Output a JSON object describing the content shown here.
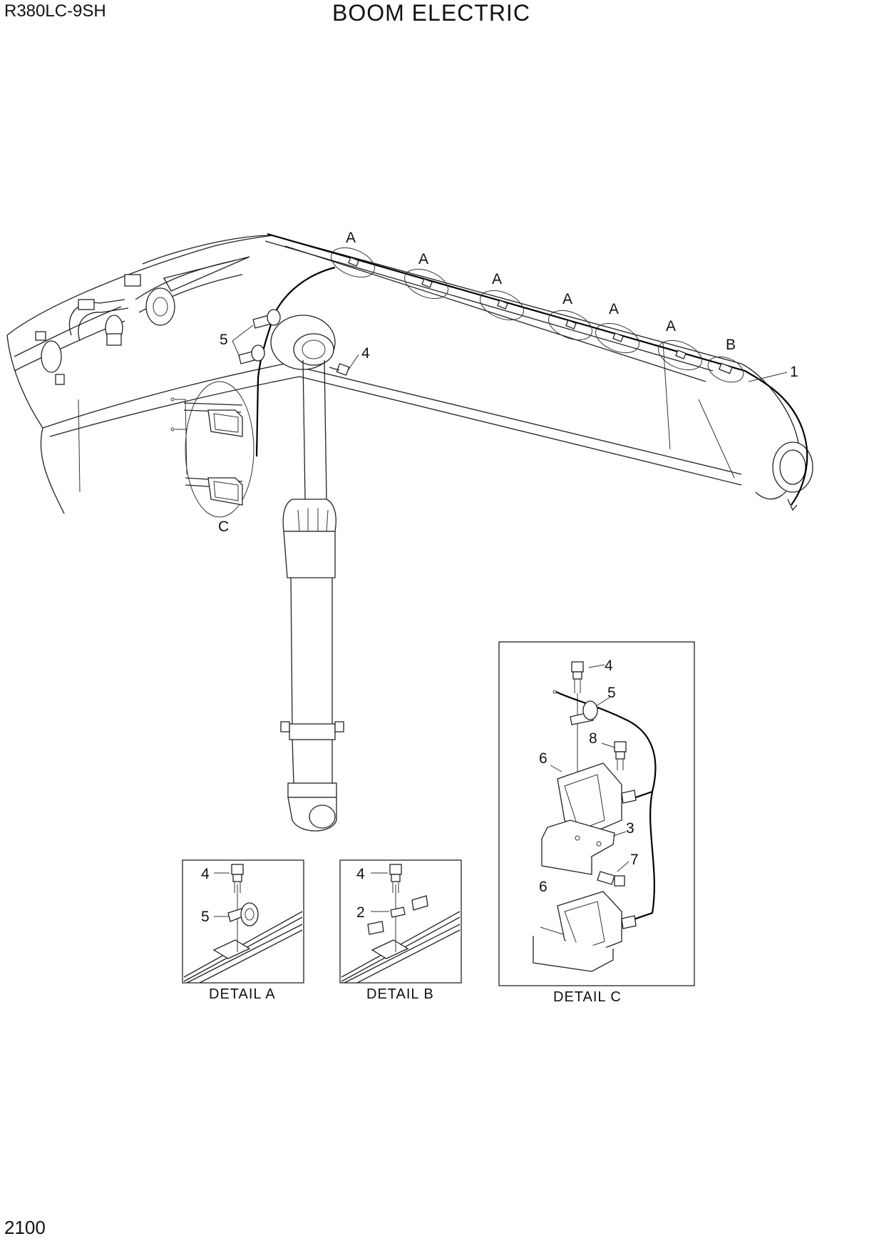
{
  "header": {
    "model": "R380LC-9SH",
    "title": "BOOM ELECTRIC"
  },
  "footer": {
    "page_number": "2100"
  },
  "main_view": {
    "detail_markers": [
      "A",
      "A",
      "A",
      "A",
      "A",
      "A",
      "B",
      "C"
    ],
    "part_callouts": [
      "1",
      "4",
      "5"
    ]
  },
  "detail_a": {
    "caption": "DETAIL A",
    "callouts": [
      "4",
      "5"
    ]
  },
  "detail_b": {
    "caption": "DETAIL B",
    "callouts": [
      "4",
      "2"
    ]
  },
  "detail_c": {
    "caption": "DETAIL C",
    "callouts": [
      "4",
      "5",
      "8",
      "6",
      "3",
      "7",
      "6"
    ]
  }
}
